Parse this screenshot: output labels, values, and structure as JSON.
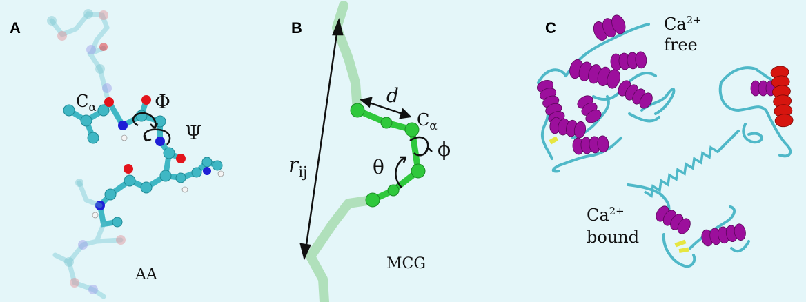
{
  "panels": {
    "a": {
      "letter": "A",
      "c_alpha": {
        "base": "C",
        "sub": "α"
      },
      "phi": "Φ",
      "psi": "Ψ",
      "caption": "AA"
    },
    "b": {
      "letter": "B",
      "d": "d",
      "c_alpha": {
        "base": "C",
        "sub": "α"
      },
      "r_ij": {
        "base": "r",
        "sub": "ij"
      },
      "theta": "θ",
      "phi": "ϕ",
      "caption": "MCG"
    },
    "c": {
      "letter": "C",
      "free": {
        "ion": "Ca",
        "charge": "2+",
        "state": "free"
      },
      "bound": {
        "ion": "Ca",
        "charge": "2+",
        "state": "bound"
      }
    }
  },
  "colors": {
    "background": "#e4f6f9",
    "carbon": "#3fb7c4",
    "oxygen": "#e3141c",
    "nitrogen": "#1f1fd6",
    "hydrogen": "#f4f4f4",
    "mcg_bead": "#2fc83c",
    "mcg_faded": "#9fd8a6",
    "helix": "#9c0f9c",
    "helix_red": "#d6150f",
    "coil": "#4fb8c8",
    "strand": "#e6e640"
  }
}
